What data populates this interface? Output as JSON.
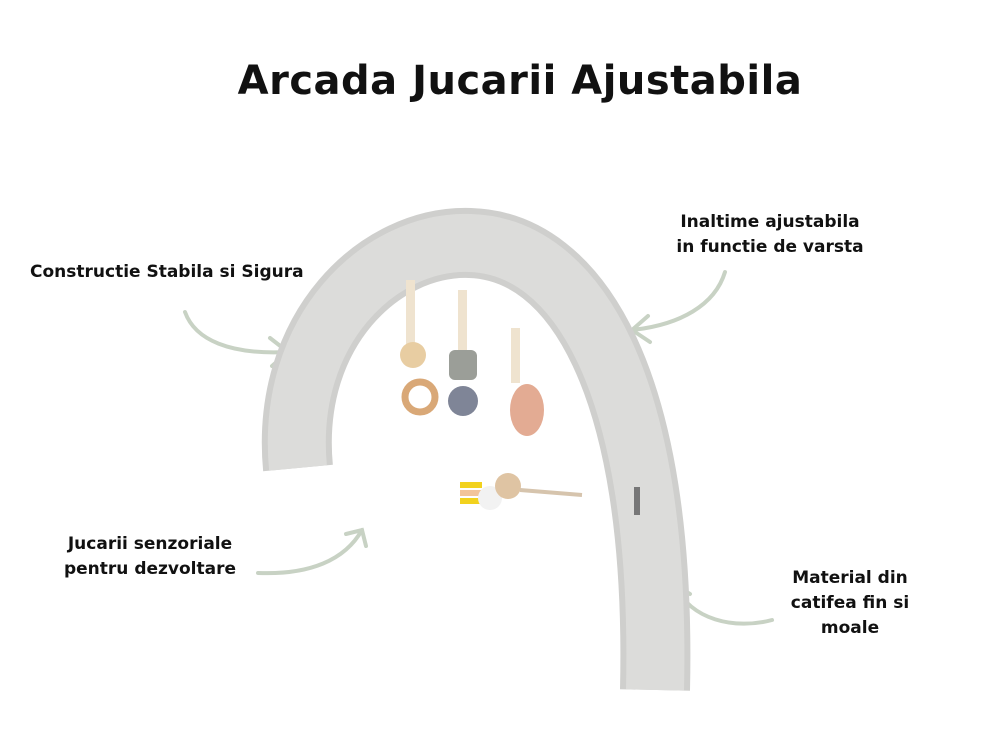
{
  "title": "Arcada Jucarii Ajustabila",
  "features": {
    "stable": "Constructie Stabila si Sigura",
    "height_line1": "Inaltime ajustabila",
    "height_line2": "in functie de varsta",
    "toys_line1": "Jucarii senzoriale",
    "toys_line2": "pentru dezvoltare",
    "material_line1": "Material din",
    "material_line2": "catifea fin si",
    "material_line3": "moale"
  },
  "colors": {
    "arrow": "#c8d2c4",
    "arch": "#d9d9d7"
  }
}
